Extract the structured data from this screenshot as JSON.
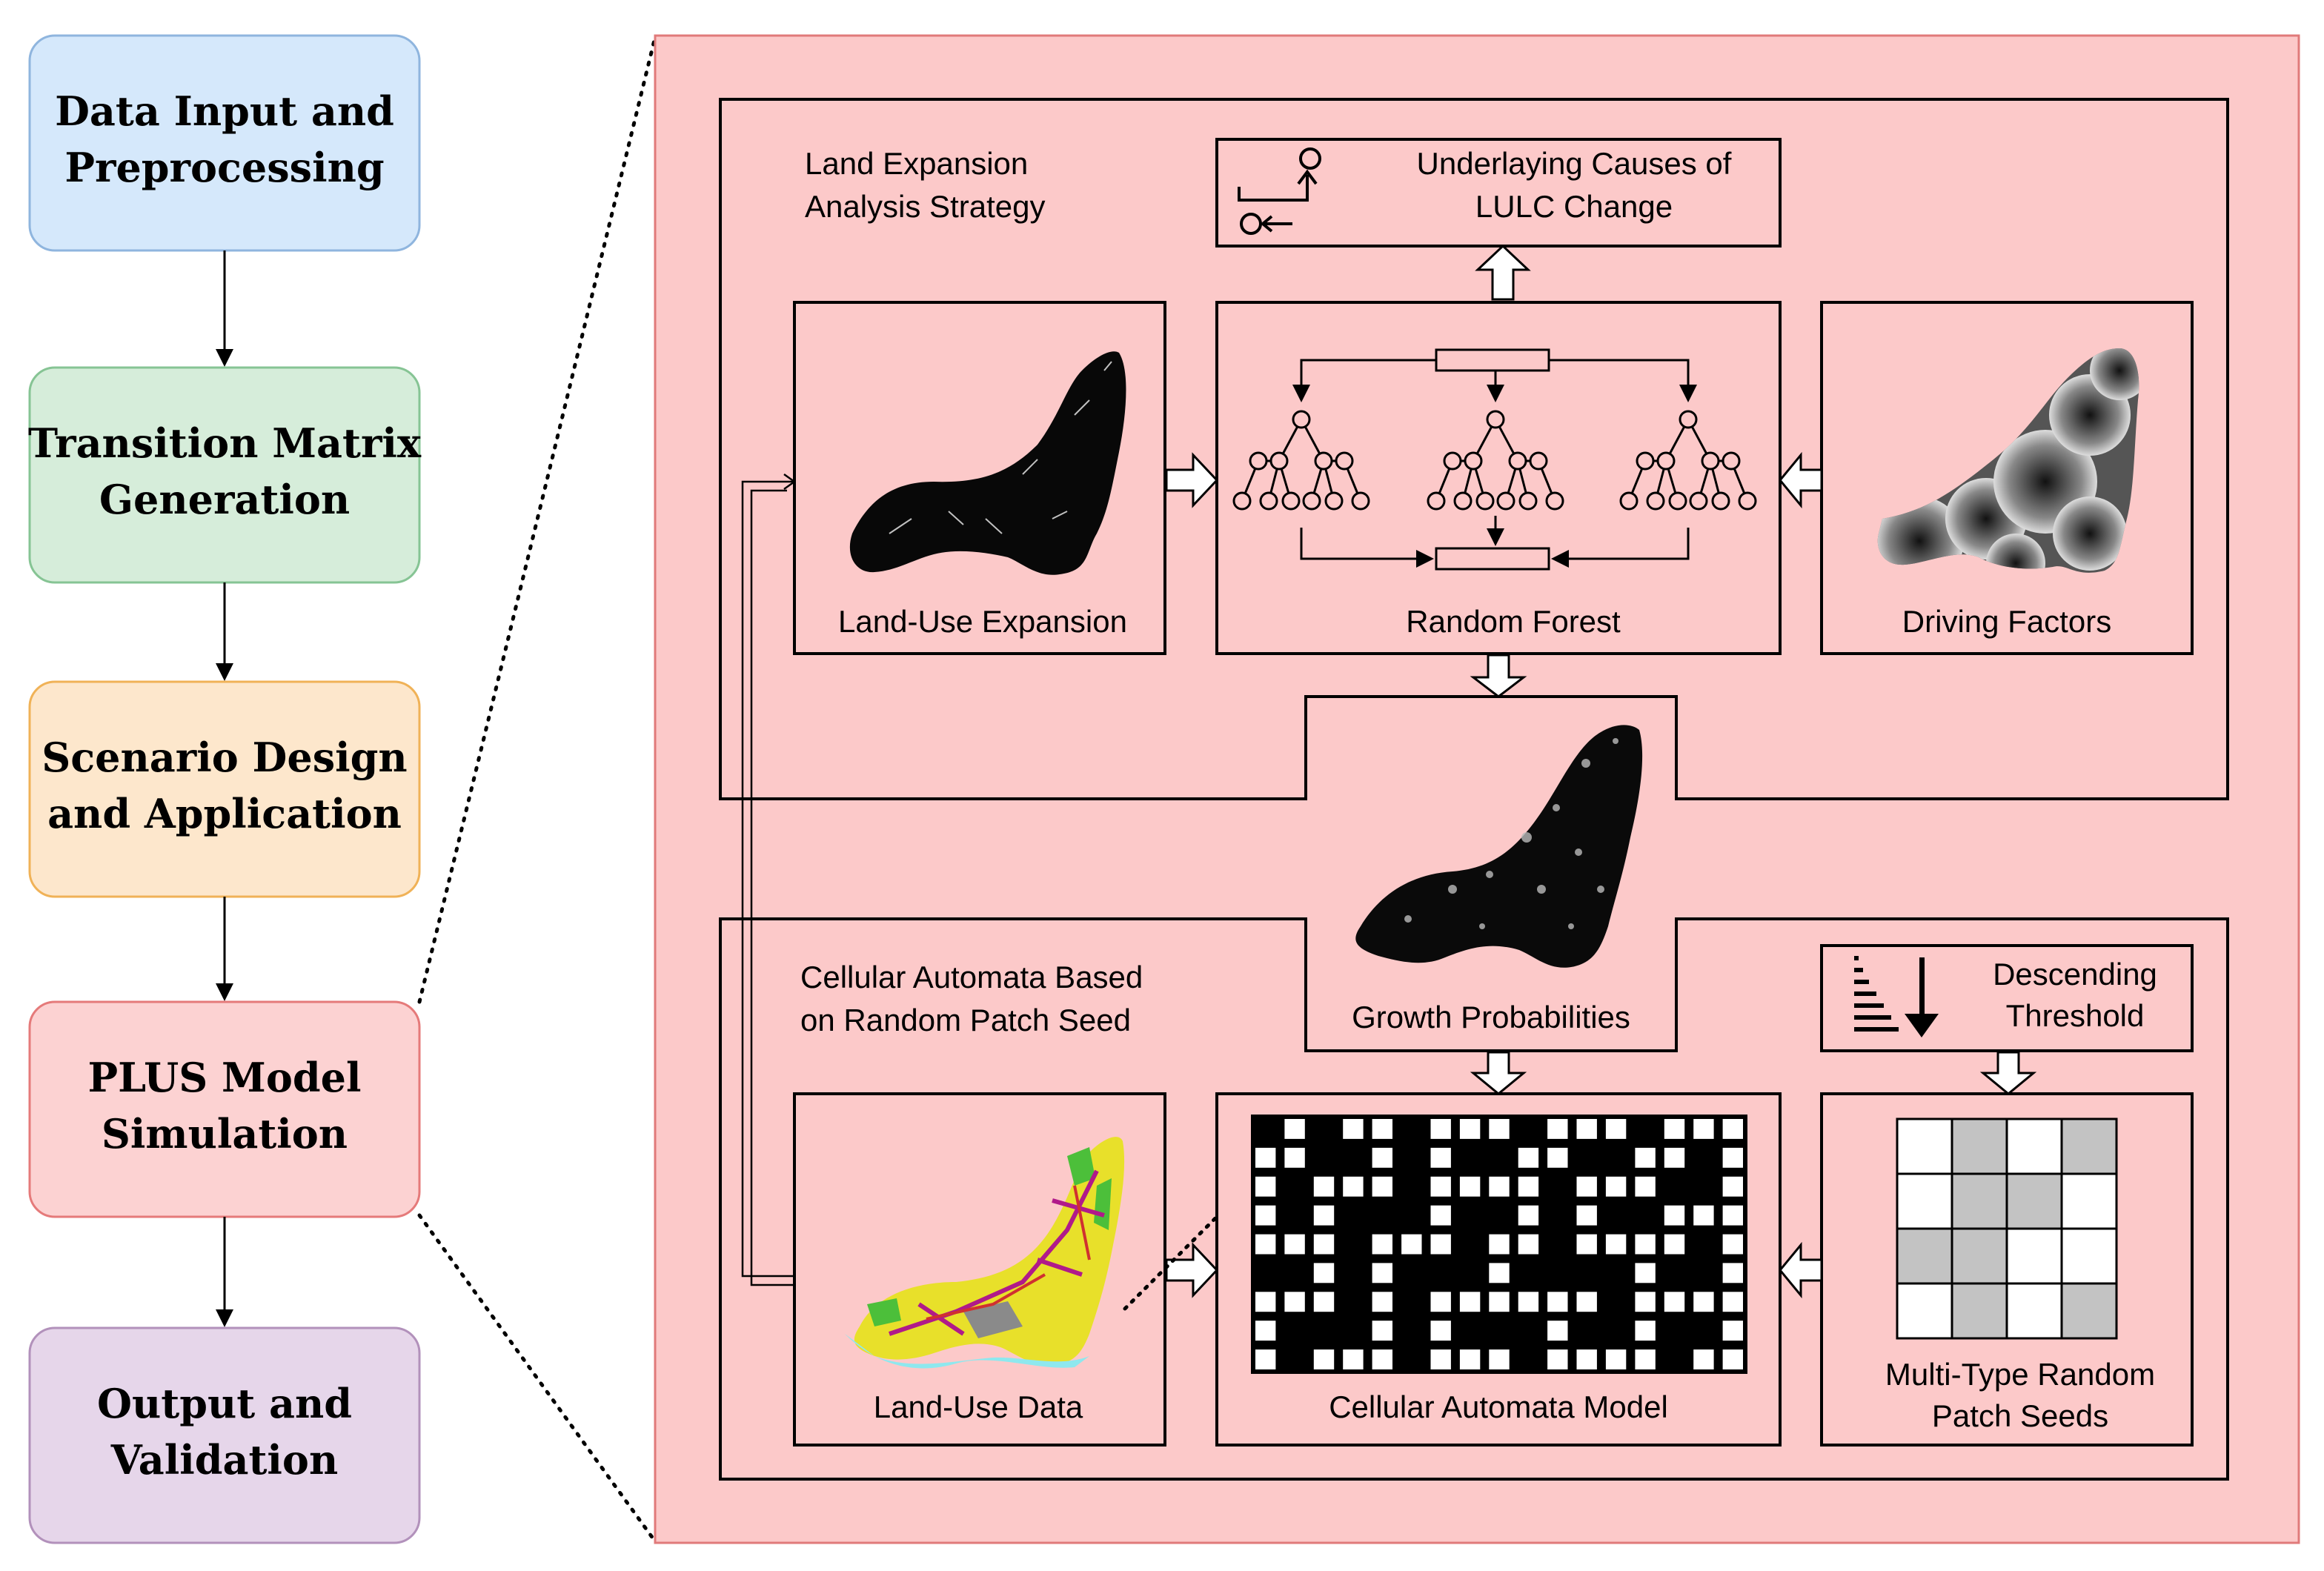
{
  "steps": [
    {
      "lines": [
        "Data Input and",
        "Preprocessing"
      ],
      "fill": "#d5e8fb",
      "stroke": "#8fb5de"
    },
    {
      "lines": [
        "Transition Matrix",
        "Generation"
      ],
      "fill": "#d6edda",
      "stroke": "#86c494"
    },
    {
      "lines": [
        "Scenario Design",
        "and Application"
      ],
      "fill": "#fde7cc",
      "stroke": "#f0b257"
    },
    {
      "lines": [
        "PLUS Model",
        "Simulation"
      ],
      "fill": "#fcd2d2",
      "stroke": "#e57a7a"
    },
    {
      "lines": [
        "Output and",
        "Validation"
      ],
      "fill": "#e6d6ea",
      "stroke": "#b291bb"
    }
  ],
  "detail_panel": {
    "background": "#fcc9c9",
    "lees": {
      "title_lines": [
        "Land Expansion",
        "Analysis Strategy"
      ],
      "causes_lines": [
        "Underlaying Causes of",
        "LULC Change"
      ],
      "land_use_expansion": "Land-Use Expansion",
      "random_forest": "Random Forest",
      "driving_factors": "Driving Factors"
    },
    "growth_probabilities": "Growth Probabilities",
    "ca": {
      "title_lines": [
        "Cellular Automata Based",
        "on Random Patch Seed"
      ],
      "threshold_lines": [
        "Descending",
        "Threshold"
      ],
      "land_use_data": "Land-Use Data",
      "ca_model": "Cellular Automata Model",
      "seeds_lines": [
        "Multi-Type Random",
        "Patch Seeds"
      ]
    }
  },
  "colors": {
    "line": "#000000",
    "seed_gray": "#c3c3c3",
    "map_dark": "#080808",
    "lu_yellow": "#e8e02a",
    "lu_magenta": "#b01a8a",
    "lu_green": "#4cbf3a",
    "lu_cyan": "#8ee8ee",
    "lu_gray": "#8a8a8a"
  },
  "icons": [
    "workflow-icon",
    "descending-threshold-icon"
  ]
}
